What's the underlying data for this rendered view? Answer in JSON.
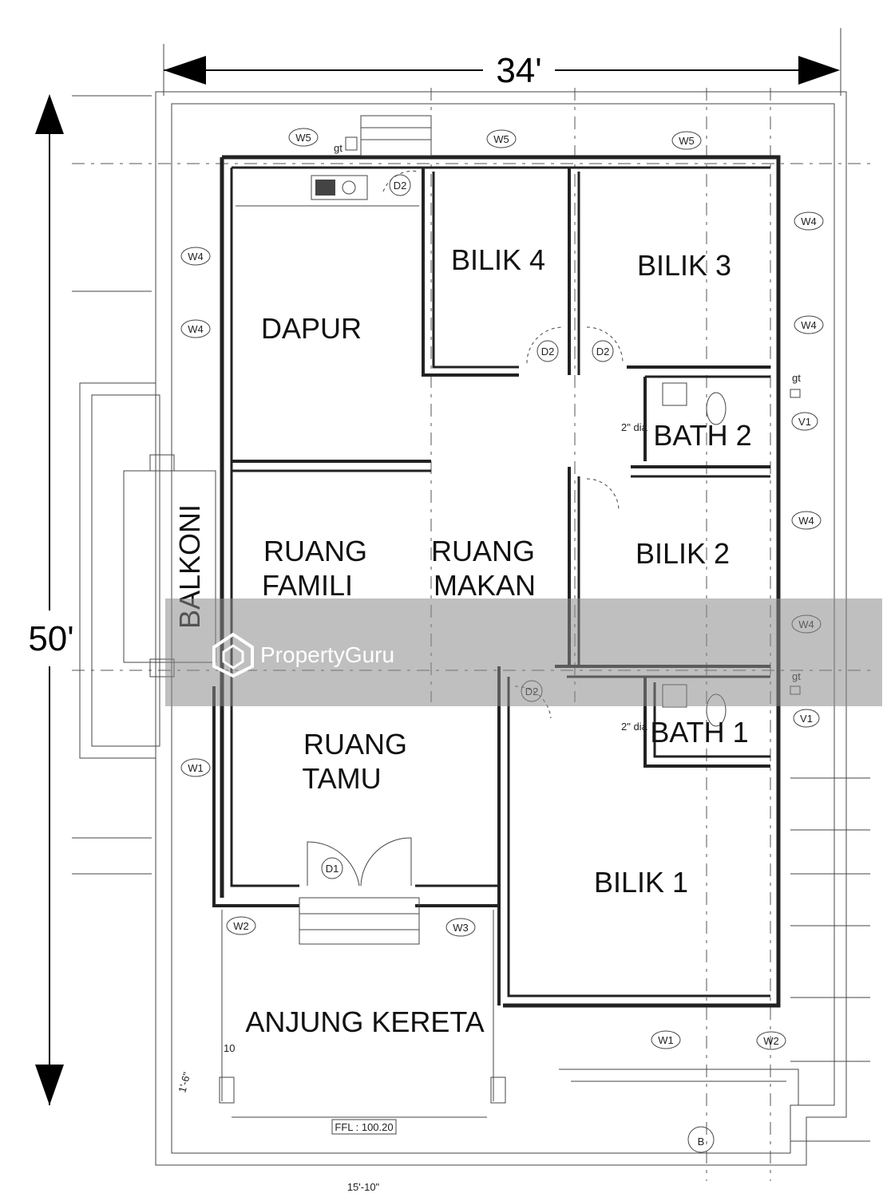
{
  "dimensions": {
    "width": "34'",
    "height": "50'",
    "bottom": "15'-10\"",
    "side": "1'-6\"",
    "porch_small": "10"
  },
  "rooms": {
    "dapur": "DAPUR",
    "bilik4": "BILIK 4",
    "bilik3": "BILIK 3",
    "bilik2": "BILIK 2",
    "bilik1": "BILIK 1",
    "ruang_famili_1": "RUANG",
    "ruang_famili_2": "FAMILI",
    "ruang_makan_1": "RUANG",
    "ruang_makan_2": "MAKAN",
    "ruang_tamu_1": "RUANG",
    "ruang_tamu_2": "TAMU",
    "balkoni": "BALKONI",
    "anjung_kereta": "ANJUNG KERETA",
    "bath2": "BATH 2",
    "bath1": "BATH 1"
  },
  "tags": {
    "w5": "W5",
    "w4": "W4",
    "w1": "W1",
    "w2": "W2",
    "w3": "W3",
    "d1": "D1",
    "d2": "D2",
    "v1": "V1",
    "b": "B"
  },
  "notes": {
    "gt": "gt",
    "pipe": "2\" dia",
    "ffl": "FFL : 100.20"
  },
  "watermark": {
    "brand": "PropertyGuru",
    "overlay_color": "#8a8a8a"
  }
}
